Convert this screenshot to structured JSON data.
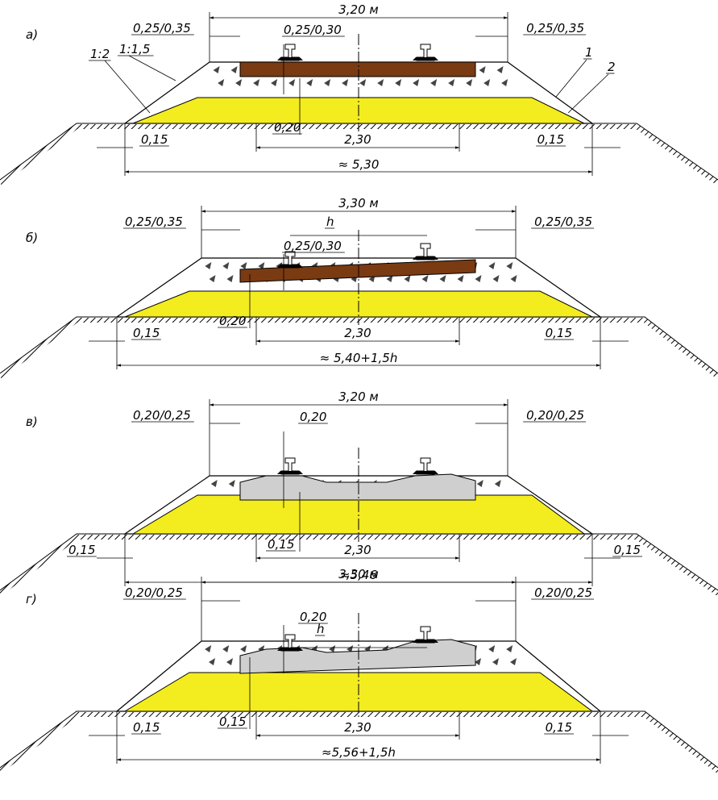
{
  "colors": {
    "ballast": "#ffffff",
    "sand": "#f3ec1f",
    "wood_sleeper": "#7a3a12",
    "concrete_sleeper": "#cfcfcf",
    "ground_hatch": "#000000"
  },
  "figure_labels": [
    "1:2",
    "1:1,5",
    "1",
    "2"
  ],
  "sections": [
    {
      "letter": "а)",
      "top_width": "3,20 м",
      "shoulder_left": "0,25/0,35",
      "shoulder_right": "0,25/0,35",
      "under_sleeper": "0,25/0,30",
      "sand_depth": "0,20",
      "edge_left": "0,15",
      "edge_right": "0,15",
      "sand_width": "2,30",
      "base_width": "≈ 5,30",
      "superelevation": ""
    },
    {
      "letter": "б)",
      "top_width": "3,30 м",
      "shoulder_left": "0,25/0,35",
      "shoulder_right": "0,25/0,35",
      "under_sleeper": "0,25/0,30",
      "sand_depth": "0,20",
      "edge_left": "0,15",
      "edge_right": "0,15",
      "sand_width": "2,30",
      "base_width": "≈ 5,40+1,5h",
      "superelevation": "h"
    },
    {
      "letter": "в)",
      "top_width": "3,20 м",
      "shoulder_left": "0,20/0,25",
      "shoulder_right": "0,20/0,25",
      "under_sleeper": "0,20",
      "sand_depth": "0,15",
      "edge_left": "0,15",
      "edge_right": "0,15",
      "sand_width": "2,30",
      "base_width": "≈5,46",
      "superelevation": ""
    },
    {
      "letter": "г)",
      "top_width": "3,30 м",
      "shoulder_left": "0,20/0,25",
      "shoulder_right": "0,20/0,25",
      "under_sleeper": "0,20",
      "sand_depth": "0,15",
      "edge_left": "0,15",
      "edge_right": "0,15",
      "sand_width": "2,30",
      "base_width": "≈5,56+1,5h",
      "superelevation": "h"
    }
  ]
}
